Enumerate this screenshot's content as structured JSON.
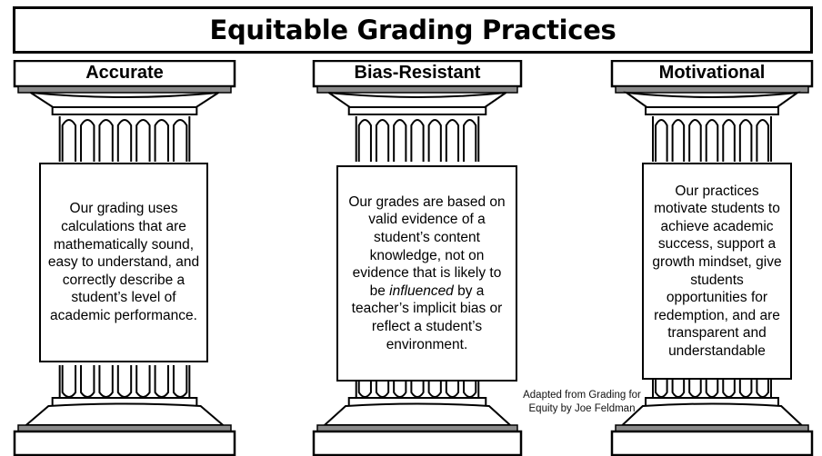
{
  "title": "Equitable Grading Practices",
  "pillars": [
    {
      "label": "Accurate",
      "description": "Our grading uses calculations that are mathematically sound, easy to understand, and correctly describe a student’s level of academic performance."
    },
    {
      "label": "Bias-Resistant",
      "description_before": "Our grades are based on valid evidence of a student’s content knowledge, not on evidence that is likely to be ",
      "description_emphasis": "influenced",
      "description_after": " by a teacher’s implicit bias or reflect a student’s environment."
    },
    {
      "label": "Motivational",
      "description": "Our practices motivate students to achieve academic success, support a growth mindset, give students opportunities for redemption, and are transparent and understandable"
    }
  ],
  "credit": "Adapted from Grading for Equity by Joe Feldman",
  "colors": {
    "ink": "#000000",
    "shade": "#8a8a8a",
    "paper": "#ffffff"
  }
}
